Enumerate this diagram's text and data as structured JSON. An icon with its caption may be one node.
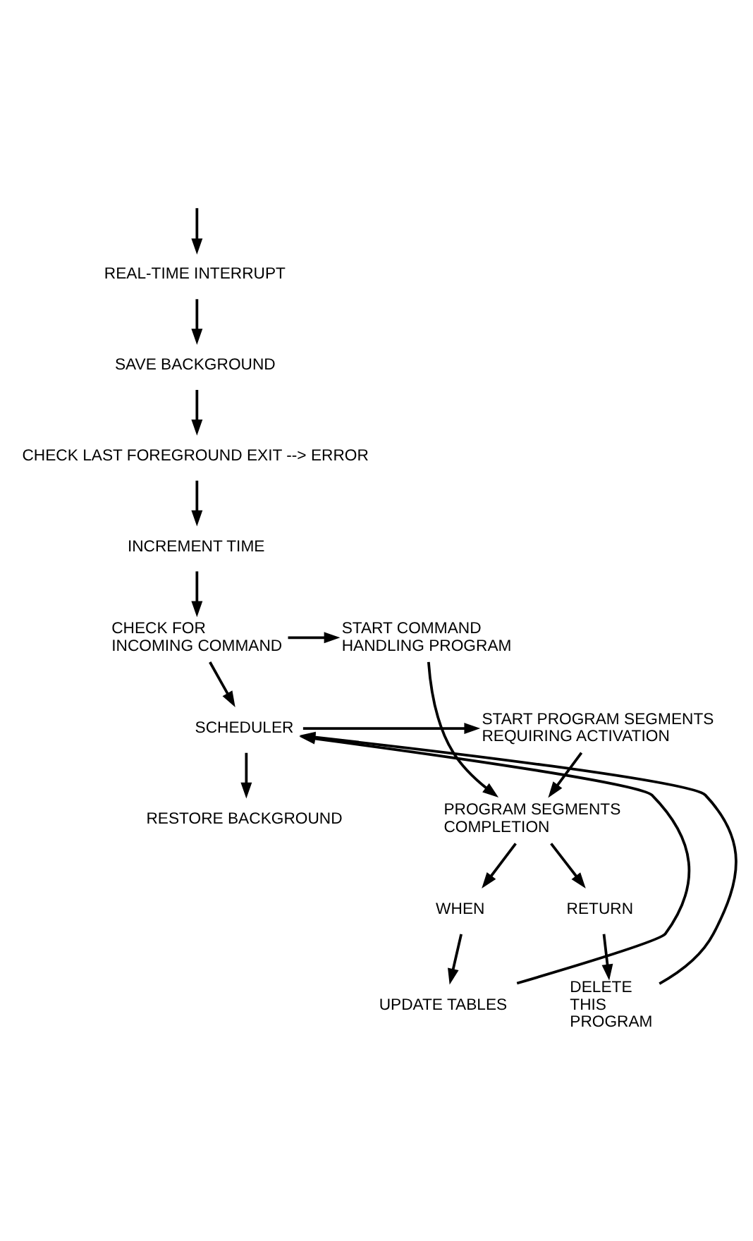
{
  "diagram": {
    "nodes": [
      {
        "text": [
          "REAL-TIME INTERRUPT"
        ]
      },
      {
        "text": [
          "SAVE BACKGROUND"
        ]
      },
      {
        "text": [
          "CHECK LAST FOREGROUND EXIT --> ERROR"
        ]
      },
      {
        "text": [
          "INCREMENT TIME"
        ]
      },
      {
        "text": [
          "CHECK FOR INCOMING COMMAND"
        ]
      },
      {
        "text": [
          "START COMMAND HANDLING PROGRAM"
        ]
      },
      {
        "text": [
          "SCHEDULER"
        ]
      },
      {
        "text": [
          "START PROGRAM SEGMENTS REQUIRING ACTIVATION"
        ]
      },
      {
        "text": [
          "RESTORE BACKGROUND"
        ]
      },
      {
        "text": [
          "PROGRAM SEGMENTS COMPLETION"
        ]
      },
      {
        "text": [
          "WHEN"
        ]
      },
      {
        "text": [
          "RETURN"
        ]
      },
      {
        "text": [
          "UPDATE TABLES"
        ]
      },
      {
        "text": [
          "DELETE THIS PROGRAM"
        ]
      }
    ],
    "edges": [
      {
        "from": null,
        "to": 0,
        "arrow": "to"
      },
      {
        "from": 0,
        "to": 1,
        "arrow": "to"
      },
      {
        "from": 1,
        "to": 2,
        "arrow": "to"
      },
      {
        "from": 2,
        "to": 3,
        "arrow": "to"
      },
      {
        "from": 3,
        "to": 4,
        "arrow": "to"
      },
      {
        "from": 4,
        "to": 5,
        "arrow": "to"
      },
      {
        "from": 4,
        "to": 6,
        "arrow": "to"
      },
      {
        "from": 6,
        "to": 7,
        "arrow": "to"
      },
      {
        "from": 6,
        "to": 8,
        "arrow": "to"
      },
      {
        "from": 7,
        "to": 9,
        "arrow": "to"
      },
      {
        "from": 5,
        "to": 9,
        "arrow": "to"
      },
      {
        "from": 9,
        "to": 10,
        "arrow": "to"
      },
      {
        "from": 9,
        "to": 11,
        "arrow": "to"
      },
      {
        "from": 10,
        "to": 12,
        "arrow": "to"
      },
      {
        "from": 11,
        "to": 13,
        "arrow": "to"
      },
      {
        "from": 12,
        "to": 6,
        "arrow": "to"
      },
      {
        "from": 13,
        "to": 6,
        "arrow": "to"
      }
    ]
  }
}
